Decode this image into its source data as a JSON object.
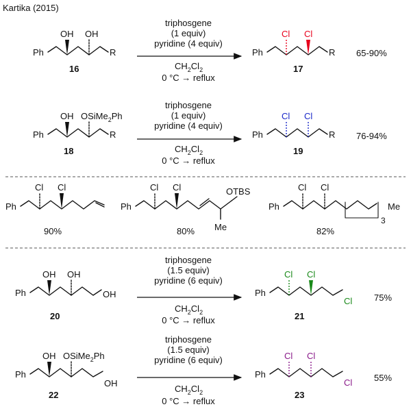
{
  "header": {
    "citation": "Kartika (2015)"
  },
  "colors": {
    "red": "#e8001c",
    "blue": "#1a28c8",
    "green": "#1a8a1a",
    "purple": "#8a1a8a"
  },
  "conditions_a": {
    "reagent": "triphosgene",
    "equiv": "(1 equiv)",
    "base": "pyridine (4 equiv)",
    "solvent_main": "CH",
    "solvent_sub1": "2",
    "solvent_cl": "Cl",
    "solvent_sub2": "2",
    "temp": "0 °C → reflux"
  },
  "conditions_b": {
    "reagent": "triphosgene",
    "equiv": "(1.5 equiv)",
    "base": "pyridine (6 equiv)",
    "solvent_main": "CH",
    "solvent_sub1": "2",
    "solvent_cl": "Cl",
    "solvent_sub2": "2",
    "temp": "0 °C → reflux"
  },
  "atoms": {
    "ph": "Ph",
    "oh": "OH",
    "cl": "Cl",
    "r": "R",
    "osi": "OSiMe",
    "osi_sub": "2",
    "osi_ph": "Ph",
    "otbs": "OTBS",
    "me": "Me",
    "me_end": "Me",
    "chain_n": "3"
  },
  "reactions": [
    {
      "sm": "16",
      "product": "17",
      "yield": "65-90%"
    },
    {
      "sm": "18",
      "product": "19",
      "yield": "76-94%"
    },
    {
      "sm": "20",
      "product": "21",
      "yield": "75%"
    },
    {
      "sm": "22",
      "product": "23",
      "yield": "55%"
    }
  ],
  "examples": [
    {
      "yield": "90%"
    },
    {
      "yield": "80%"
    },
    {
      "yield": "82%"
    }
  ]
}
